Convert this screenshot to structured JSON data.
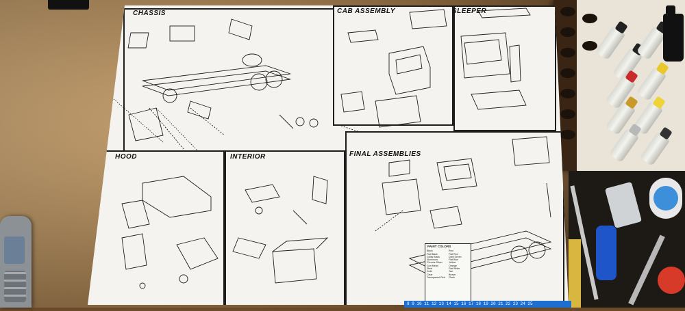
{
  "instructions": {
    "sections": [
      {
        "id": "chassis",
        "title": "CHASSIS"
      },
      {
        "id": "cab",
        "title": "CAB ASSEMBLY"
      },
      {
        "id": "sleeper",
        "title": "SLEEPER"
      },
      {
        "id": "hood",
        "title": "HOOD"
      },
      {
        "id": "interior",
        "title": "INTERIOR"
      },
      {
        "id": "final",
        "title": "FINAL ASSEMBLIES"
      }
    ],
    "paint_colors": {
      "title": "PAINT COLORS",
      "items": [
        "Black",
        "Red",
        "Flat Black",
        "Flat Red",
        "Gloss Black",
        "Dark Green",
        "Aluminum",
        "Flat Blue",
        "Chrome Silver",
        "Yellow",
        "Gun Metal",
        "Orange",
        "Steel",
        "Flat White",
        "Gold",
        "Tan",
        "Clear",
        "Brown",
        "Transparent Red",
        "Flesh"
      ]
    },
    "ruler_text": "8 9 10 11 12 13 14 15 16 17 18 19 20 21 22 23 24 25"
  },
  "colors": {
    "line_art": "#1d1d1d",
    "sheet": "#f4f3ef",
    "desk": "#b88a52",
    "ruler": "#1e6ed0"
  }
}
